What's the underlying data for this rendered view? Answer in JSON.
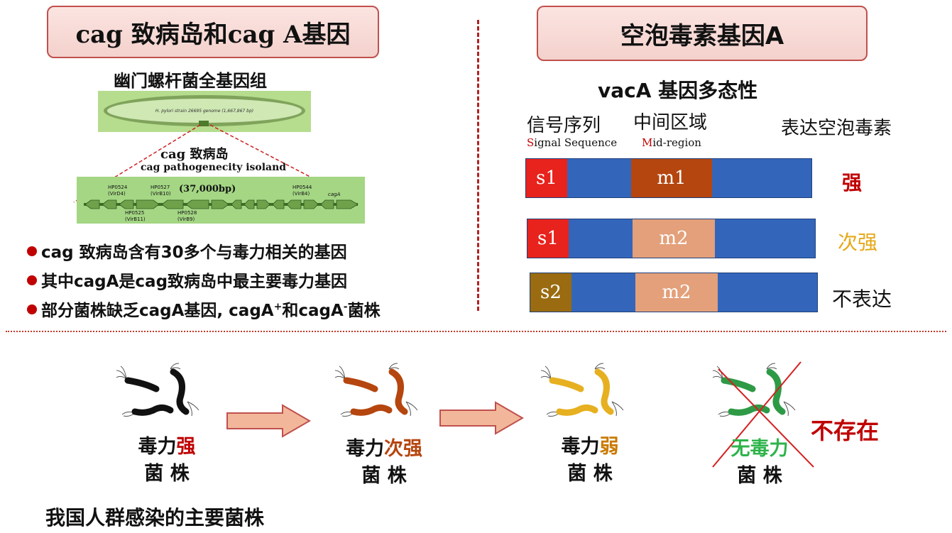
{
  "left": {
    "title": "cag 致病岛和cag A基因",
    "genome_label": "幽门螺杆菌全基因组",
    "genome_ring_text": "H. pylori strain 26695 genome (1,667,867 bp)",
    "island_cn": "cag 致病岛",
    "island_en": "cag pathogenecity isoland",
    "island_size": "(37,000bp)",
    "genes_top": [
      "HP0524",
      "(VirD4)",
      "HP0527",
      "(VirB10)",
      "HP0544",
      "(VirB4)",
      "cagA"
    ],
    "genes_bottom": [
      "HP0525",
      "(VirB11)",
      "HP0528",
      "(VirB9)"
    ],
    "bullets": [
      "cag 致病岛含有30多个与毒力相关的基因",
      "其中cagA是cag致病岛中最主要毒力基因"
    ],
    "bullet3": {
      "pre": "部分菌株缺乏cagA基因, cagA",
      "sup1": "+",
      "mid": "和cagA",
      "sup2": "-",
      "post": "菌株"
    }
  },
  "right": {
    "title": "空泡毒素基因A",
    "subtitle": "vacA 基因多态性",
    "col_signal": "信号序列",
    "col_signal_en_first": "S",
    "col_signal_en_rest": "ignal Sequence",
    "col_mid": "中间区域",
    "col_mid_en_first": "M",
    "col_mid_en_rest": "id-region",
    "col_expr": "表达空泡毒素",
    "rows": [
      {
        "s": "s1",
        "m": "m1",
        "expr": "强"
      },
      {
        "s": "s1",
        "m": "m2",
        "expr": "次强"
      },
      {
        "s": "s2",
        "m": "m2",
        "expr": "不表达"
      }
    ]
  },
  "colors": {
    "s1": "#e8221c",
    "s2": "#9a6b10",
    "m1": "#b5460f",
    "m2": "#e3a07a",
    "bar_blue": "#3366bb",
    "strong": "#c00000",
    "second": "#e6a817",
    "weak": "#c87a00",
    "none_green": "#2db34a"
  },
  "strains": [
    {
      "line1_pre": "毒力",
      "line1_hi": "强",
      "line2": "菌 株"
    },
    {
      "line1_pre": "毒力",
      "line1_hi": "次强",
      "line2": "菌 株"
    },
    {
      "line1_pre": "毒力",
      "line1_hi": "弱",
      "line2": "菌 株"
    },
    {
      "line1_pre": "",
      "line1_hi": "无毒力",
      "line2": "菌 株"
    }
  ],
  "not_exist": "不存在",
  "footer": "我国人群感染的主要菌株"
}
